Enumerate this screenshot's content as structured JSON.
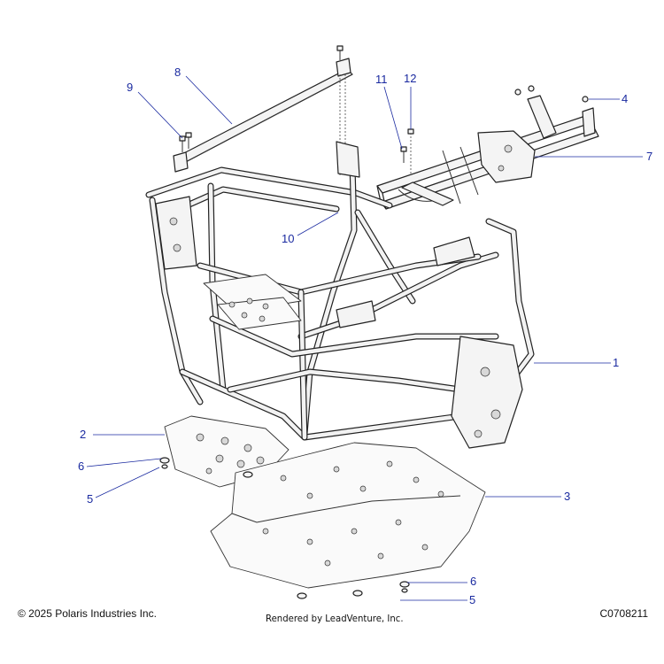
{
  "callouts": [
    {
      "id": "c1",
      "label": "1"
    },
    {
      "id": "c2",
      "label": "2"
    },
    {
      "id": "c3",
      "label": "3"
    },
    {
      "id": "c4",
      "label": "4"
    },
    {
      "id": "c5a",
      "label": "5"
    },
    {
      "id": "c5b",
      "label": "5"
    },
    {
      "id": "c6a",
      "label": "6"
    },
    {
      "id": "c6b",
      "label": "6"
    },
    {
      "id": "c7",
      "label": "7"
    },
    {
      "id": "c8",
      "label": "8"
    },
    {
      "id": "c9",
      "label": "9"
    },
    {
      "id": "c10",
      "label": "10"
    },
    {
      "id": "c11",
      "label": "11"
    },
    {
      "id": "c12",
      "label": "12"
    }
  ],
  "footer": {
    "copyright": "© 2025 Polaris Industries Inc.",
    "rendered_by": "Rendered by LeadVenture, Inc.",
    "diagram_id": "C0708211"
  },
  "colors": {
    "callout": "#1a2aa0",
    "line": "#222222"
  }
}
